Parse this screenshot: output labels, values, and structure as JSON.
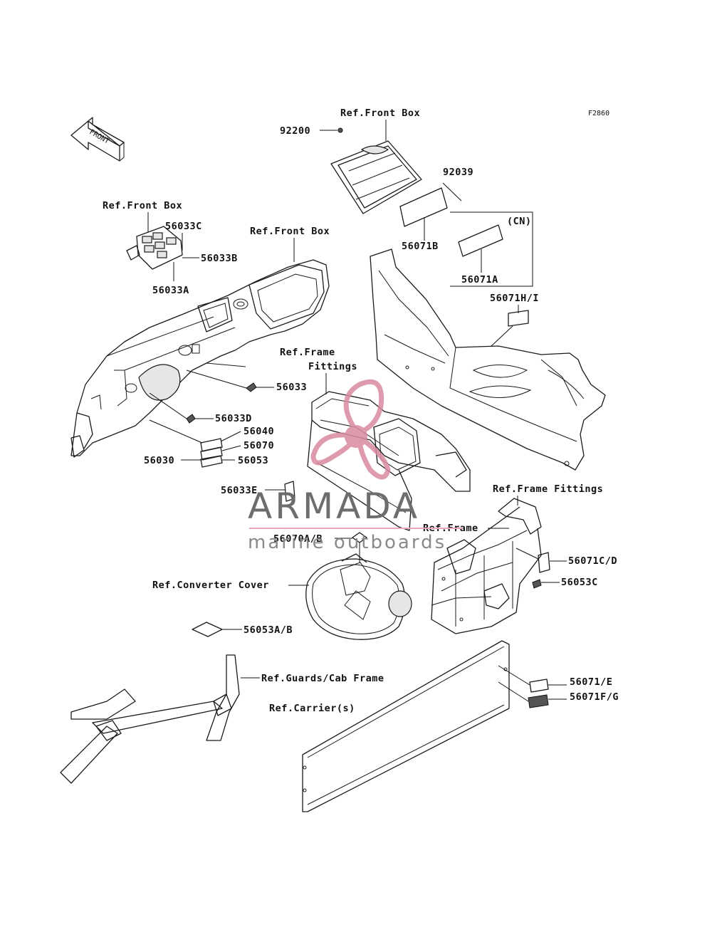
{
  "figure_code": "F2860",
  "front_arrow_label": "FRONT",
  "labels": {
    "ref_front_box_top": "Ref.Front Box",
    "p92200": "92200",
    "p92039": "92039",
    "cn": "(CN)",
    "p56071B": "56071B",
    "p56071A": "56071A",
    "p56071HI": "56071H/I",
    "ref_front_box_left": "Ref.Front Box",
    "p56033C": "56033C",
    "p56033B": "56033B",
    "p56033A": "56033A",
    "ref_front_box_mid": "Ref.Front Box",
    "ref_frame_fittings_1": "Ref.Frame",
    "ref_frame_fittings_2": "Fittings",
    "p56033": "56033",
    "p56033D": "56033D",
    "p56040": "56040",
    "p56070": "56070",
    "p56030": "56030",
    "p56053": "56053",
    "p56033E": "56033E",
    "ref_frame_fittings_right": "Ref.Frame Fittings",
    "ref_frame": "Ref.Frame",
    "p56070AB": "56070A/B",
    "p56071CD": "56071C/D",
    "p56053C": "56053C",
    "ref_converter_cover": "Ref.Converter Cover",
    "p56053AB": "56053A/B",
    "ref_guards_cab_frame": "Ref.Guards/Cab Frame",
    "p56071E": "56071/E",
    "ref_carriers": "Ref.Carrier(s)",
    "p56071FG": "56071F/G"
  },
  "watermark": {
    "brand": "ARMADA",
    "tagline": "marine outboards",
    "colors": {
      "logo": "#d98aa0",
      "text": "#6d6d6d",
      "rule": "#e7a7b8"
    }
  }
}
